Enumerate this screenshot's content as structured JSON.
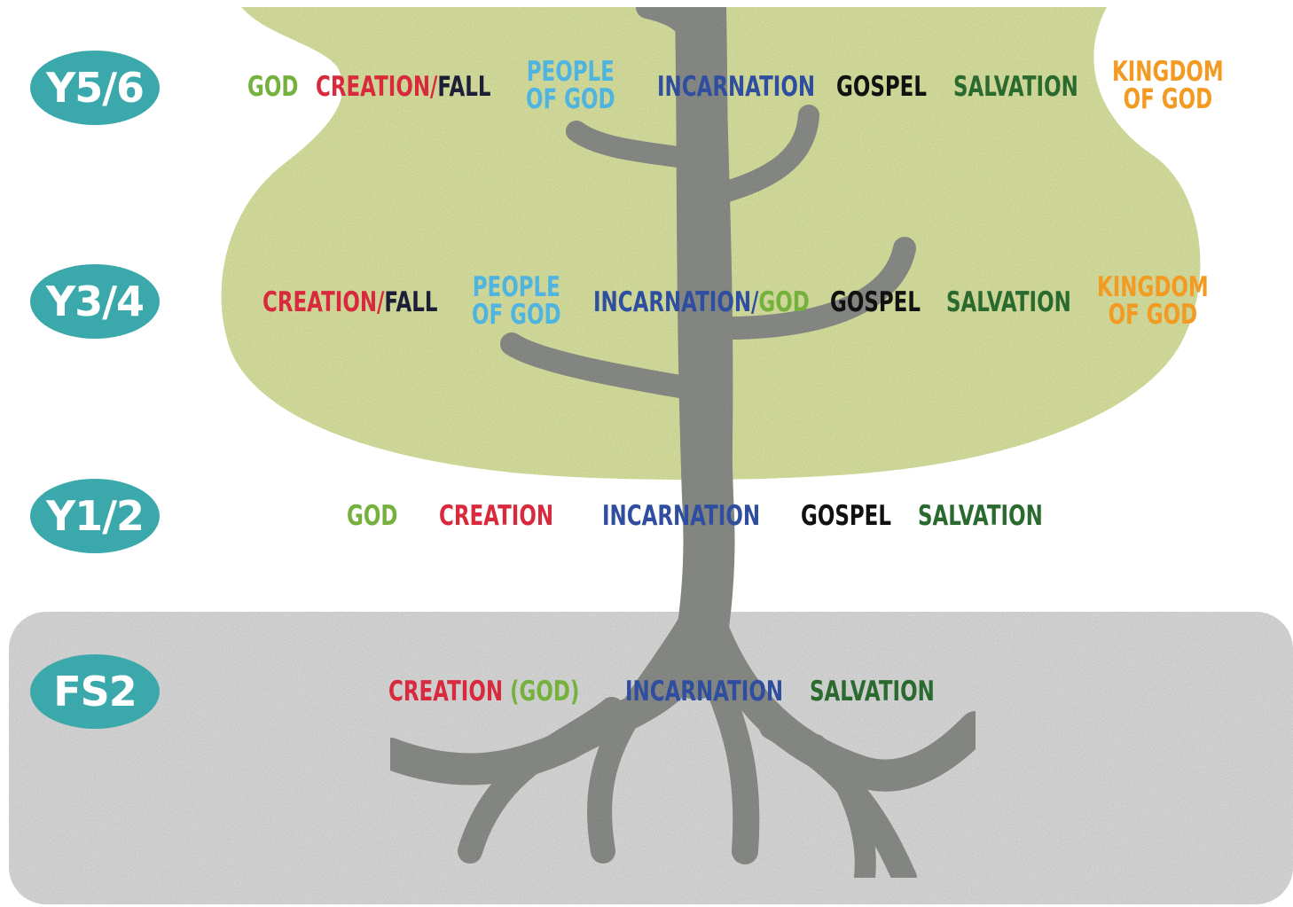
{
  "colors": {
    "god": "#74b13d",
    "creation": "#d92a3d",
    "fall": "#1d1e38",
    "people": "#4fb5e0",
    "incarnation": "#2f4ea0",
    "gospel": "#111111",
    "salvation": "#2a6a2f",
    "kingdom": "#f29a22",
    "badge": "#3ba9ac",
    "canopy": "#dfe8a4",
    "ground": "#e0e0e0",
    "tree": "#8f928d"
  },
  "rows": {
    "y56": {
      "badge": "Y5/6",
      "god": "GOD",
      "creation": "CREATION/",
      "fall": "FALL",
      "people_1": "PEOPLE",
      "people_2": "OF GOD",
      "incarnation": "INCARNATION",
      "gospel": "GOSPEL",
      "salvation": "SALVATION",
      "kingdom_1": "KINGDOM",
      "kingdom_2": "OF GOD"
    },
    "y34": {
      "badge": "Y3/4",
      "creation": "CREATION/",
      "fall": "FALL",
      "people_1": "PEOPLE",
      "people_2": "OF GOD",
      "incarnation": "INCARNATION/",
      "god": "GOD",
      "gospel": "GOSPEL",
      "salvation": "SALVATION",
      "kingdom_1": "KINGDOM",
      "kingdom_2": "OF GOD"
    },
    "y12": {
      "badge": "Y1/2",
      "god": "GOD",
      "creation": "CREATION",
      "incarnation": "INCARNATION",
      "gospel": "GOSPEL",
      "salvation": "SALVATION"
    },
    "fs2": {
      "badge": "FS2",
      "creation": "CREATION",
      "god": "(GOD)",
      "incarnation": "INCARNATION",
      "salvation": "SALVATION"
    }
  }
}
